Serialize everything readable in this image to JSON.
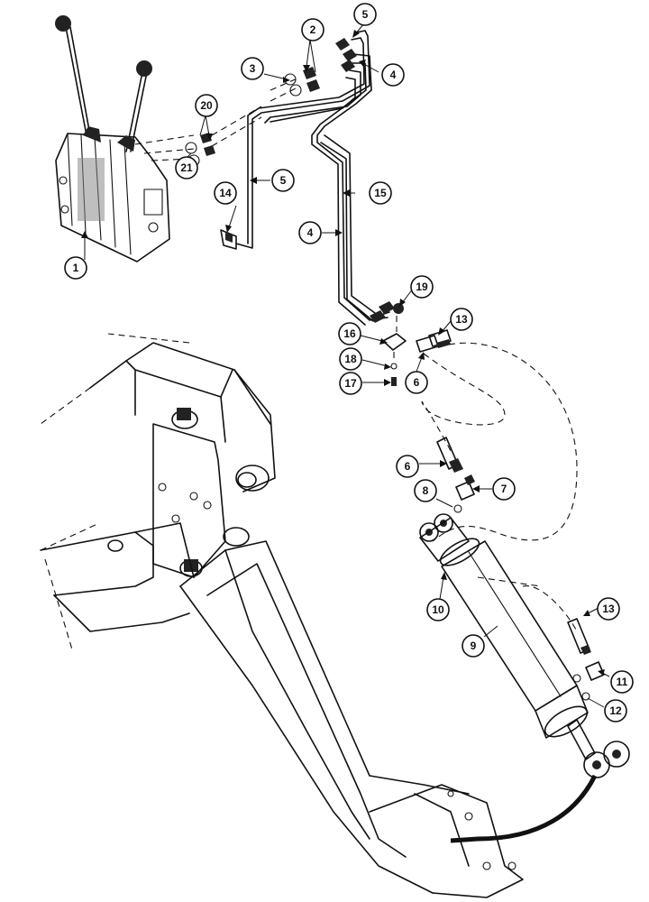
{
  "callouts": [
    {
      "id": "c1",
      "label": "1"
    },
    {
      "id": "c2",
      "label": "2"
    },
    {
      "id": "c3",
      "label": "3"
    },
    {
      "id": "c4a",
      "label": "4"
    },
    {
      "id": "c4b",
      "label": "4"
    },
    {
      "id": "c5a",
      "label": "5"
    },
    {
      "id": "c5b",
      "label": "5"
    },
    {
      "id": "c6a",
      "label": "6"
    },
    {
      "id": "c6b",
      "label": "6"
    },
    {
      "id": "c7",
      "label": "7"
    },
    {
      "id": "c8",
      "label": "8"
    },
    {
      "id": "c9",
      "label": "9"
    },
    {
      "id": "c10",
      "label": "10"
    },
    {
      "id": "c11",
      "label": "11"
    },
    {
      "id": "c12",
      "label": "12"
    },
    {
      "id": "c13a",
      "label": "13"
    },
    {
      "id": "c13b",
      "label": "13"
    },
    {
      "id": "c14",
      "label": "14"
    },
    {
      "id": "c15",
      "label": "15"
    },
    {
      "id": "c16",
      "label": "16"
    },
    {
      "id": "c17",
      "label": "17"
    },
    {
      "id": "c18",
      "label": "18"
    },
    {
      "id": "c19",
      "label": "19"
    },
    {
      "id": "c20",
      "label": "20"
    },
    {
      "id": "c21",
      "label": "21"
    }
  ]
}
